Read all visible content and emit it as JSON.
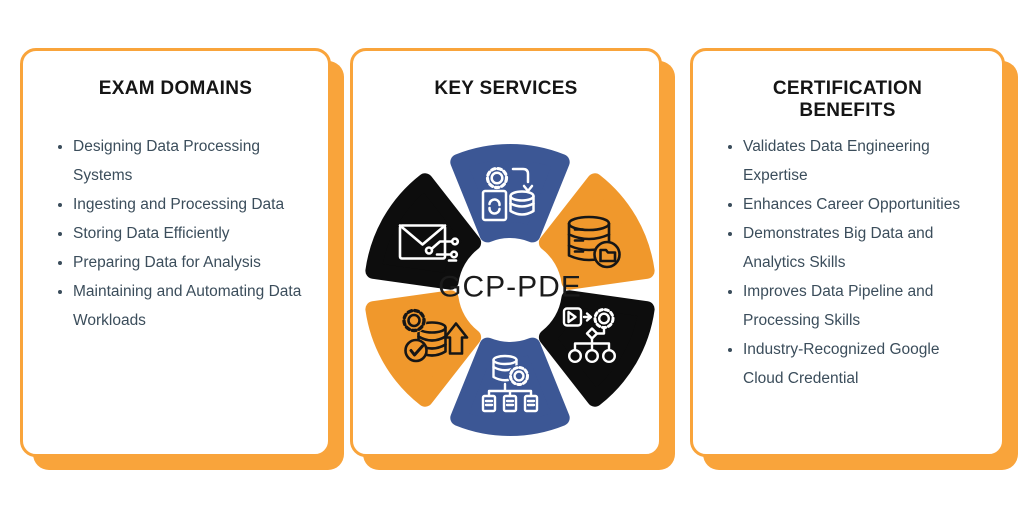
{
  "colors": {
    "accent_orange": "#F9A43B",
    "petal_orange": "#F0982C",
    "petal_blue": "#3C5795",
    "petal_black": "#0D0D0D",
    "heading_text": "#151515",
    "body_text": "#3B4D5B"
  },
  "cards": {
    "exam_domains": {
      "title": "EXAM DOMAINS",
      "items": [
        "Designing Data Processing Systems",
        "Ingesting and Processing Data",
        "Storing Data Efficiently",
        "Preparing Data for Analysis",
        "Maintaining and Automating Data Workloads"
      ]
    },
    "key_services": {
      "title": "KEY SERVICES",
      "center_label": "GCP-PDE",
      "petals": [
        {
          "position": "top",
          "color": "#3C5795",
          "icon": "etl-pipeline-icon"
        },
        {
          "position": "top-right",
          "color": "#F0982C",
          "icon": "data-storage-icon"
        },
        {
          "position": "bottom-right",
          "color": "#0D0D0D",
          "icon": "workflow-orchestration-icon"
        },
        {
          "position": "bottom",
          "color": "#3C5795",
          "icon": "data-distribution-icon"
        },
        {
          "position": "bottom-left",
          "color": "#F0982C",
          "icon": "data-quality-automation-icon"
        },
        {
          "position": "top-left",
          "color": "#0D0D0D",
          "icon": "messaging-icon"
        }
      ]
    },
    "certification_benefits": {
      "title": "CERTIFICATION BENEFITS",
      "items": [
        "Validates Data Engineering Expertise",
        "Enhances Career Opportunities",
        "Demonstrates Big Data and Analytics Skills",
        "Improves Data Pipeline and Processing Skills",
        "Industry-Recognized Google Cloud Credential"
      ]
    }
  }
}
